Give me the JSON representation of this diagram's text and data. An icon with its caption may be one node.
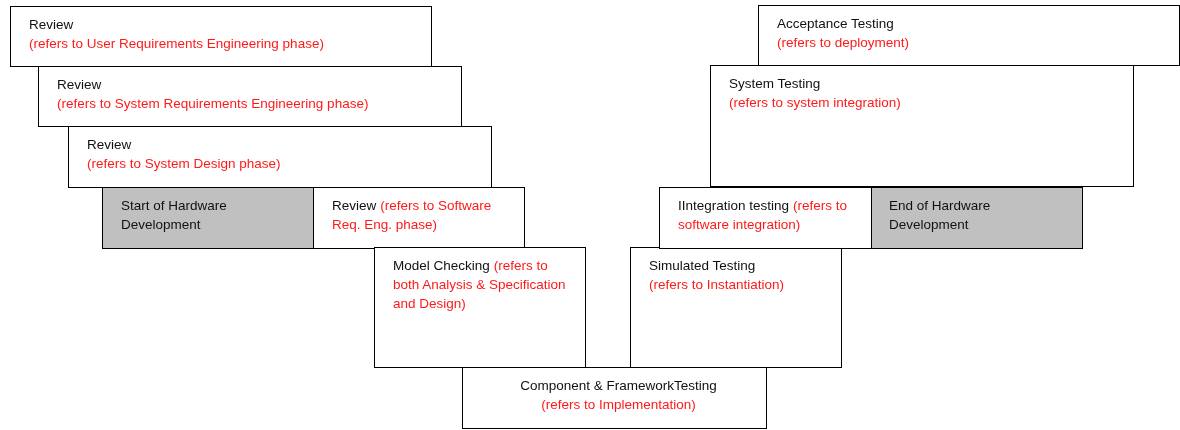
{
  "diagram": {
    "nodes": [
      {
        "text": [
          "Review",
          "(refers to User Requirements Engineering phase)"
        ]
      },
      {
        "text": [
          "Review",
          "(refers to System Requirements Engineering phase)"
        ]
      },
      {
        "text": [
          "Review",
          "(refers to System Design phase)"
        ]
      },
      {
        "text": [
          "Start of Hardware Development"
        ]
      },
      {
        "text": [
          "Review",
          "(refers to Software Req. Eng. phase)"
        ]
      },
      {
        "text": [
          "Model Checking",
          "(refers to both Analysis & Specification and Design)"
        ]
      },
      {
        "text": [
          "Component & FrameworkTesting",
          "(refers to Implementation)"
        ]
      },
      {
        "text": [
          "Simulated Testing",
          "(refers to Instantiation)"
        ]
      },
      {
        "text": [
          "IIntegration testing",
          "(refers to software integration)"
        ]
      },
      {
        "text": [
          "End of Hardware Development"
        ]
      },
      {
        "text": [
          "System Testing",
          "(refers to system integration)"
        ]
      },
      {
        "text": [
          "Acceptance Testing",
          "(refers to deployment)"
        ]
      }
    ]
  }
}
